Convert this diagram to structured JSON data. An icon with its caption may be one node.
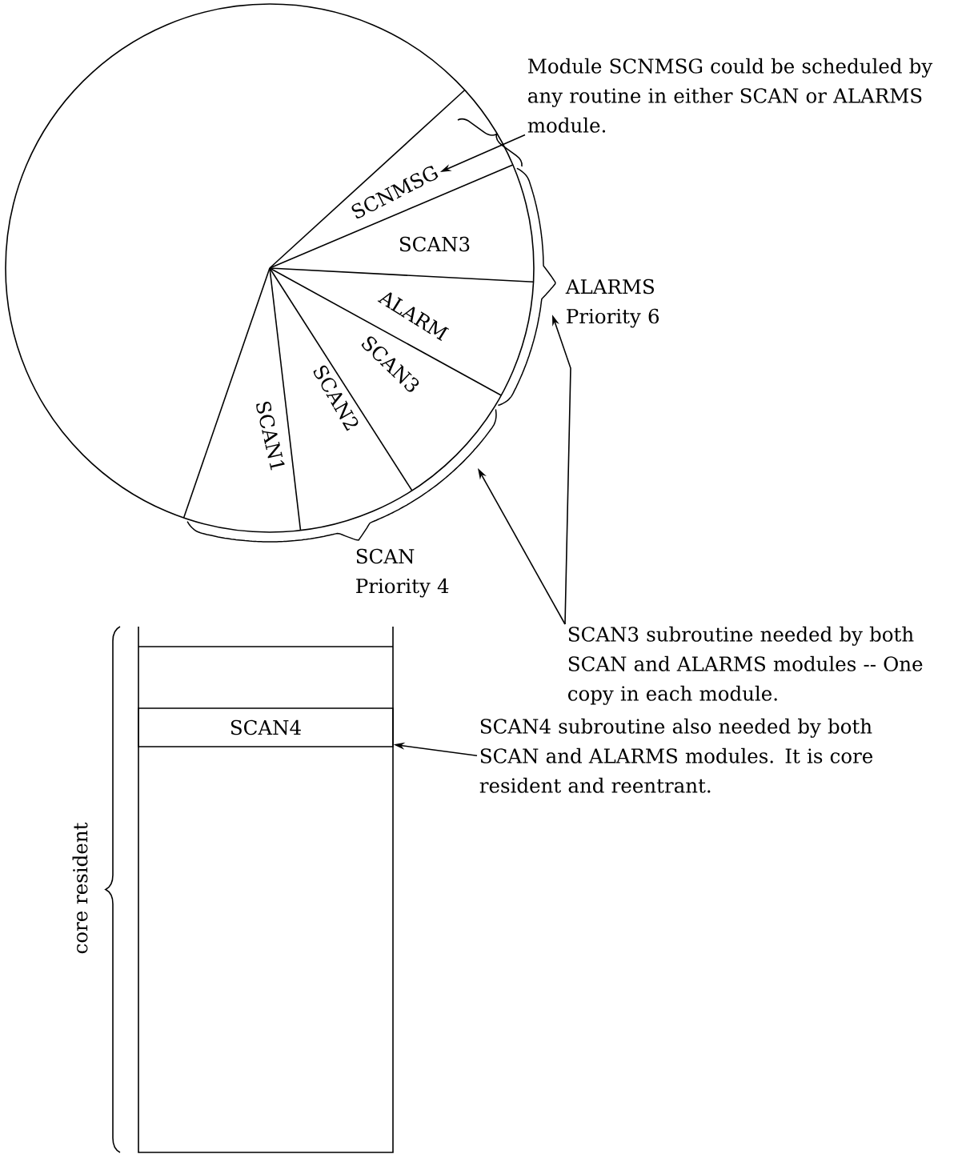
{
  "diagram": {
    "nodes": [
      {
        "text": [],
        "shape": "circle"
      },
      {
        "text": [
          "SCNMSG"
        ],
        "in": 0
      },
      {
        "text": [
          "SCAN3"
        ],
        "in": 0
      },
      {
        "text": [
          "ALARM"
        ],
        "in": 0
      },
      {
        "text": [
          "SCAN3"
        ],
        "in": 0
      },
      {
        "text": [
          "SCAN2"
        ],
        "in": 0
      },
      {
        "text": [
          "SCAN1"
        ],
        "in": 0
      },
      {
        "text": [
          "Module SCNMSG could be scheduled by any routine in either SCAN or ALARMS module."
        ]
      },
      {
        "text": [
          "ALARMS",
          "Priority 6"
        ]
      },
      {
        "text": [
          "SCAN",
          "Priority 4"
        ]
      },
      {
        "text": [
          "SCAN3 subroutine needed by both SCAN and ALARMS modules -- One copy in each module."
        ]
      },
      {
        "text": [],
        "shape": "box"
      },
      {
        "text": [
          "SCAN4"
        ],
        "in": 11
      },
      {
        "text": [
          "SCAN4 subroutine also needed by both SCAN and ALARMS modules.  It is core resident and reentrant."
        ]
      }
    ],
    "edges": [
      {
        "from": 7,
        "to": 1,
        "arrow": "to"
      },
      {
        "from": 10,
        "to": 8,
        "arrow": "to"
      },
      {
        "from": 10,
        "to": null,
        "arrow": "to"
      },
      {
        "from": 13,
        "to": 12,
        "arrow": "to"
      }
    ],
    "labels": [
      "core resident"
    ]
  }
}
